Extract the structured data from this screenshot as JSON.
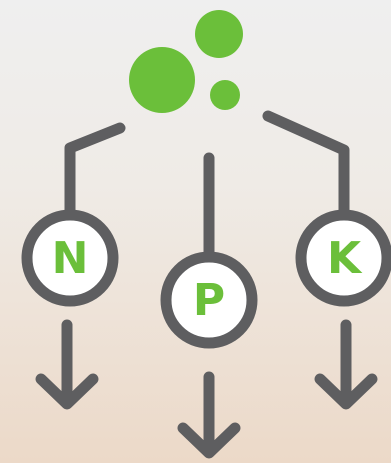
{
  "colors": {
    "line": "#5e5e60",
    "accent": "#6bbf3a",
    "node_fill": "#ffffff"
  },
  "nodes": {
    "n": {
      "label": "N"
    },
    "p": {
      "label": "P"
    },
    "k": {
      "label": "K"
    }
  }
}
